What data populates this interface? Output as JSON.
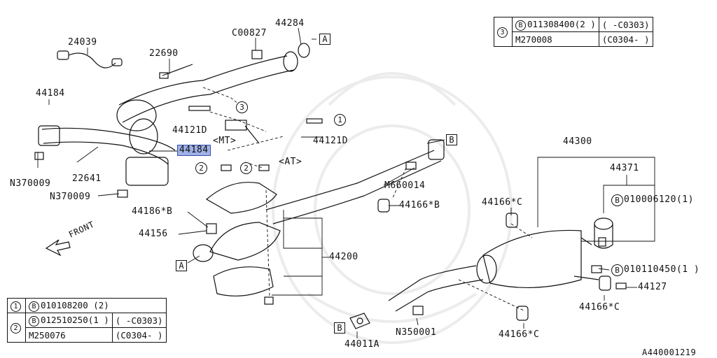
{
  "labels": {
    "p24039": "24039",
    "p22690": "22690",
    "c00827": "C00827",
    "p44284": "44284",
    "p44184a": "44184",
    "p44121d_mt": "44121D",
    "mt": "<MT>",
    "p44121d": "44121D",
    "p44184_hl": "44184",
    "at": "<AT>",
    "n370009a": "N370009",
    "p22641": "22641",
    "n370009b": "N370009",
    "p44186b": "44186*B",
    "p44156": "44156",
    "front": "FRONT",
    "m660014": "M660014",
    "p44166b": "44166*B",
    "p44200": "44200",
    "p44300": "44300",
    "p44371": "44371",
    "p44166c_a": "44166*C",
    "b010006120": "010006120(1)",
    "b010110450": "010110450(1  )",
    "p44127": "44127",
    "p44166c_b": "44166*C",
    "n350001": "N350001",
    "p44011a": "44011A",
    "p44166c_c": "44166*C",
    "diagram_code": "A440001219"
  },
  "box_labels": {
    "a_top": "A",
    "a_left": "A",
    "b_right": "B",
    "b_bottom": "B"
  },
  "circle_labels": {
    "c3": "3",
    "c1": "1",
    "c2a": "2",
    "c2b": "2",
    "b1": "B",
    "b2": "B"
  },
  "legend_top": {
    "num": "3",
    "b": "B",
    "rows": [
      {
        "part": "011308400(2 )",
        "range": "(    -C0303)"
      },
      {
        "part": "M270008",
        "range": "(C0304-    )"
      }
    ]
  },
  "legend_bottom": {
    "rows": [
      {
        "num": "1",
        "b": "B",
        "part": "010108200 (2)"
      },
      {
        "num": "2",
        "b": "B",
        "part": "012510250(1 )",
        "range": "(    -C0303)"
      },
      {
        "part": "M250076",
        "range": "(C0304-    )"
      }
    ]
  }
}
